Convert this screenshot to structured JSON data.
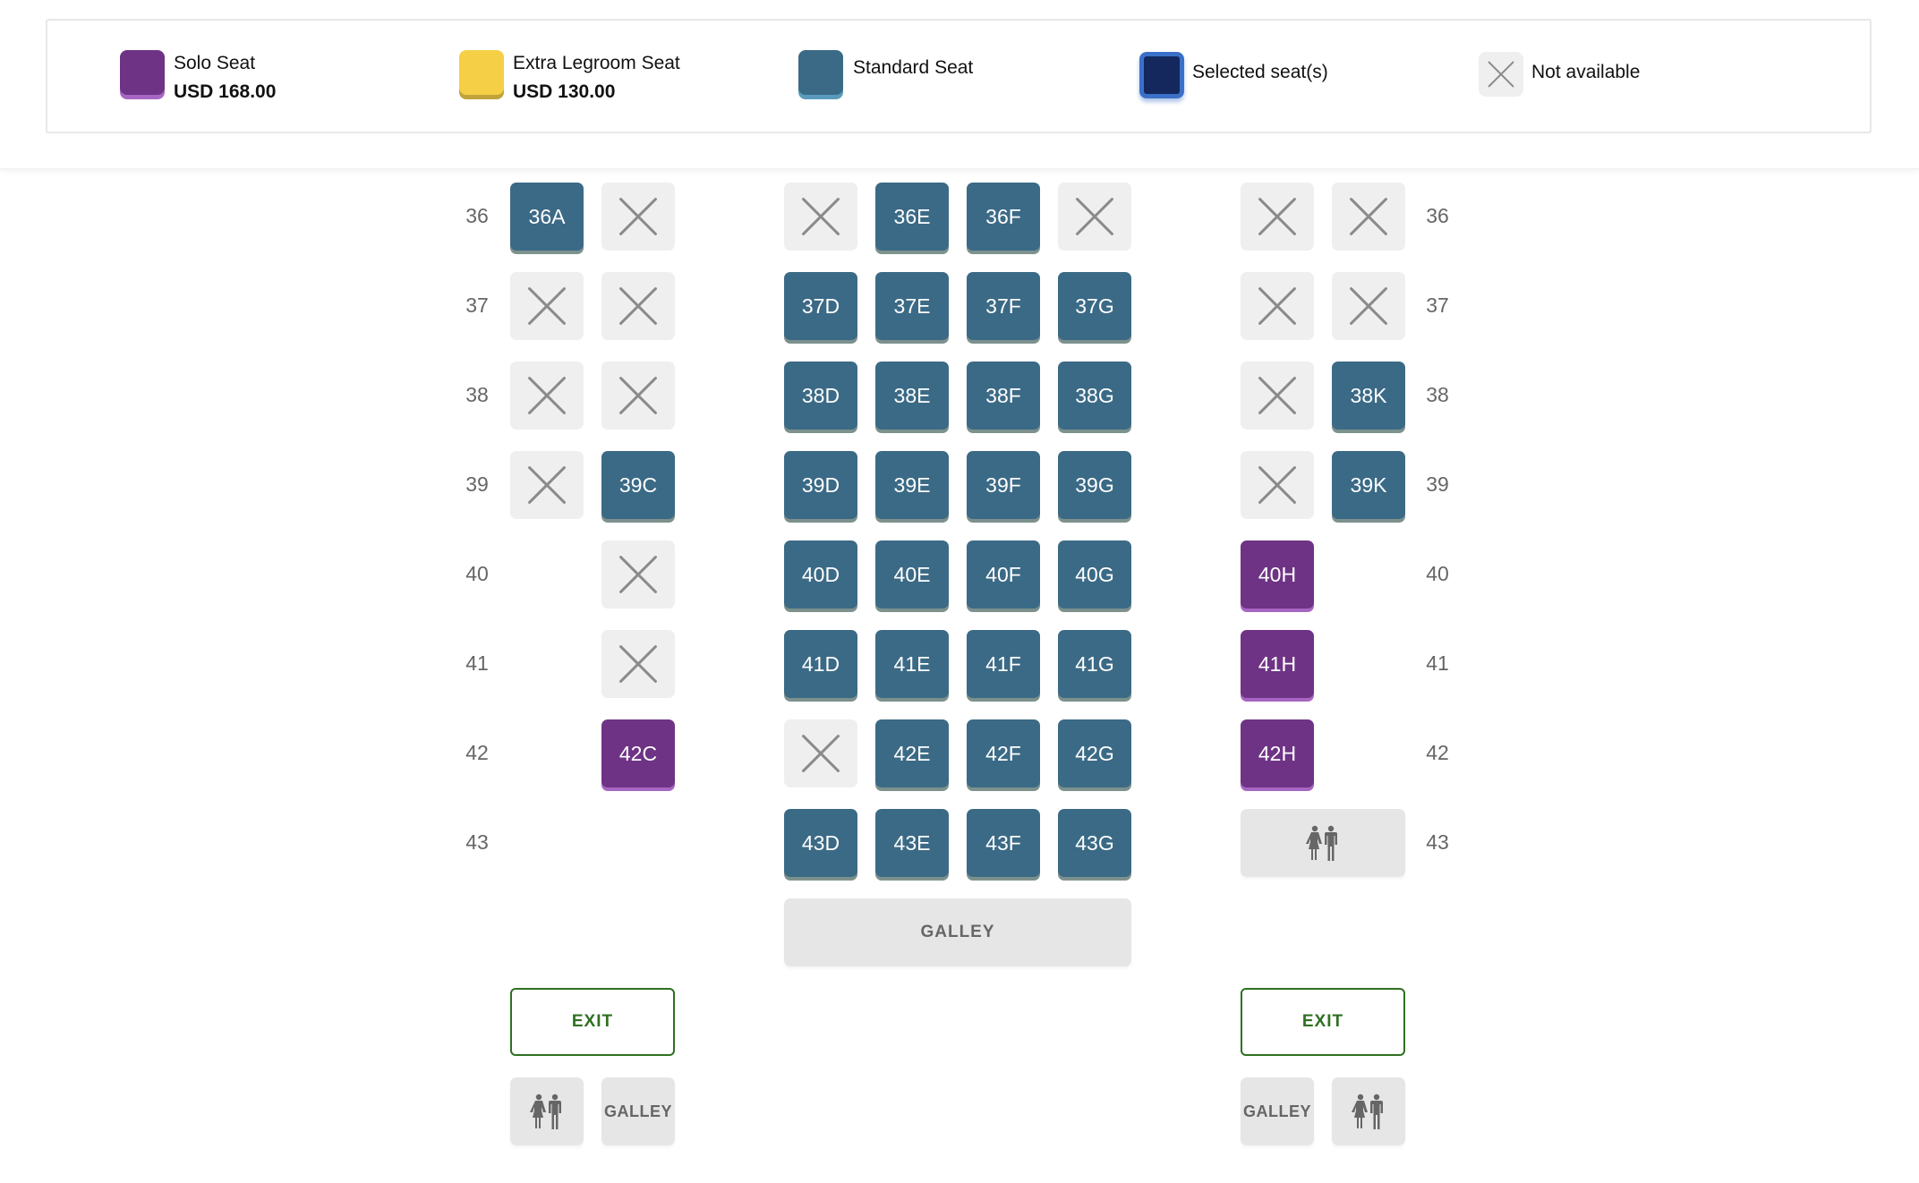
{
  "legend": {
    "items": [
      {
        "label": "Solo Seat",
        "price": "USD 168.00",
        "color": "#6e3385",
        "icon": "solo-seat-icon"
      },
      {
        "label": "Extra Legroom Seat",
        "price": "USD 130.00",
        "color": "#f5cf46",
        "icon": "extra-legroom-seat-icon"
      },
      {
        "label": "Standard Seat",
        "color": "#3b6a86",
        "icon": "standard-seat-icon"
      },
      {
        "label": "Selected seat(s)",
        "color": "#14285e",
        "icon": "selected-seat-icon"
      },
      {
        "label": "Not available",
        "color": "#efefef",
        "icon": "not-available-icon"
      }
    ]
  },
  "seatmap": {
    "rows": [
      "36",
      "37",
      "38",
      "39",
      "40",
      "41",
      "42",
      "43"
    ],
    "seats": {
      "36": {
        "A": {
          "label": "36A",
          "type": "standard"
        },
        "C": {
          "type": "unavailable"
        },
        "D": {
          "type": "unavailable"
        },
        "E": {
          "label": "36E",
          "type": "standard"
        },
        "F": {
          "label": "36F",
          "type": "standard"
        },
        "G": {
          "type": "unavailable"
        },
        "H": {
          "type": "unavailable"
        },
        "K": {
          "type": "unavailable"
        }
      },
      "37": {
        "A": {
          "type": "unavailable"
        },
        "C": {
          "type": "unavailable"
        },
        "D": {
          "label": "37D",
          "type": "standard"
        },
        "E": {
          "label": "37E",
          "type": "standard"
        },
        "F": {
          "label": "37F",
          "type": "standard"
        },
        "G": {
          "label": "37G",
          "type": "standard"
        },
        "H": {
          "type": "unavailable"
        },
        "K": {
          "type": "unavailable"
        }
      },
      "38": {
        "A": {
          "type": "unavailable"
        },
        "C": {
          "type": "unavailable"
        },
        "D": {
          "label": "38D",
          "type": "standard"
        },
        "E": {
          "label": "38E",
          "type": "standard"
        },
        "F": {
          "label": "38F",
          "type": "standard"
        },
        "G": {
          "label": "38G",
          "type": "standard"
        },
        "H": {
          "type": "unavailable"
        },
        "K": {
          "label": "38K",
          "type": "standard"
        }
      },
      "39": {
        "A": {
          "type": "unavailable"
        },
        "C": {
          "label": "39C",
          "type": "standard"
        },
        "D": {
          "label": "39D",
          "type": "standard"
        },
        "E": {
          "label": "39E",
          "type": "standard"
        },
        "F": {
          "label": "39F",
          "type": "standard"
        },
        "G": {
          "label": "39G",
          "type": "standard"
        },
        "H": {
          "type": "unavailable"
        },
        "K": {
          "label": "39K",
          "type": "standard"
        }
      },
      "40": {
        "C": {
          "type": "unavailable"
        },
        "D": {
          "label": "40D",
          "type": "standard"
        },
        "E": {
          "label": "40E",
          "type": "standard"
        },
        "F": {
          "label": "40F",
          "type": "standard"
        },
        "G": {
          "label": "40G",
          "type": "standard"
        },
        "H": {
          "label": "40H",
          "type": "solo"
        }
      },
      "41": {
        "C": {
          "type": "unavailable"
        },
        "D": {
          "label": "41D",
          "type": "standard"
        },
        "E": {
          "label": "41E",
          "type": "standard"
        },
        "F": {
          "label": "41F",
          "type": "standard"
        },
        "G": {
          "label": "41G",
          "type": "standard"
        },
        "H": {
          "label": "41H",
          "type": "solo"
        }
      },
      "42": {
        "C": {
          "label": "42C",
          "type": "solo"
        },
        "D": {
          "type": "unavailable"
        },
        "E": {
          "label": "42E",
          "type": "standard"
        },
        "F": {
          "label": "42F",
          "type": "standard"
        },
        "G": {
          "label": "42G",
          "type": "standard"
        },
        "H": {
          "label": "42H",
          "type": "solo"
        }
      },
      "43": {
        "D": {
          "label": "43D",
          "type": "standard"
        },
        "E": {
          "label": "43E",
          "type": "standard"
        },
        "F": {
          "label": "43F",
          "type": "standard"
        },
        "G": {
          "label": "43G",
          "type": "standard"
        }
      }
    }
  },
  "facilities": {
    "center_galley": "GALLEY",
    "left_exit": "EXIT",
    "right_exit": "EXIT",
    "left_galley": "GALLEY",
    "right_galley": "GALLEY",
    "lavatory_icon": "lavatory-icon"
  },
  "colors": {
    "standard": "#3b6a86",
    "solo": "#6e3385",
    "extra_legroom": "#f5cf46",
    "selected": "#14285e",
    "unavailable": "#efefef",
    "exit": "#2e7021",
    "facility": "#e6e6e6"
  }
}
